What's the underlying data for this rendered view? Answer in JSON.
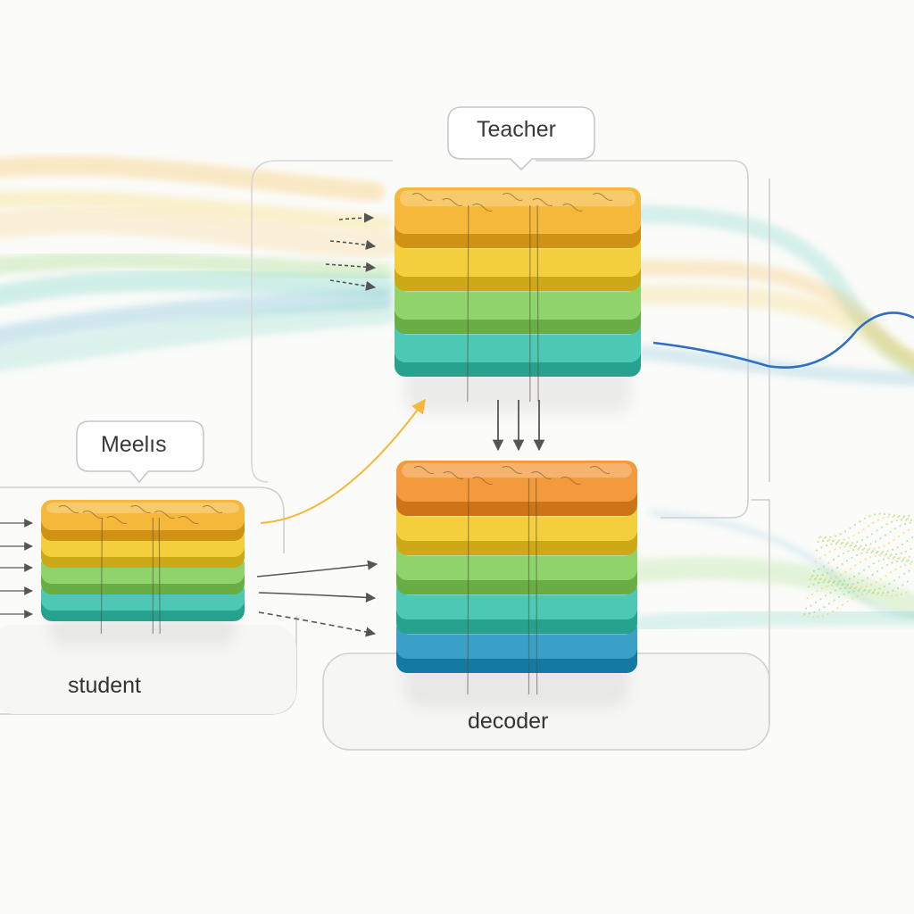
{
  "labels": {
    "teacher": "Teacher",
    "models": "Meelıs",
    "student": "student",
    "decoder": "decoder"
  },
  "colors": {
    "orange": "#f39a3c",
    "amber": "#f5b83a",
    "yellow": "#f3cf3e",
    "green": "#8fd46a",
    "teal": "#4cc8b4",
    "blue": "#3aa0c8",
    "wave_blue": "#2f6fc0",
    "frame": "#d0d0d0"
  },
  "stacks": {
    "teacher": [
      "amber",
      "yellow",
      "green",
      "teal"
    ],
    "student": [
      "amber",
      "yellow",
      "green",
      "teal"
    ],
    "decoder": [
      "orange",
      "yellow",
      "green",
      "teal",
      "blue"
    ]
  }
}
